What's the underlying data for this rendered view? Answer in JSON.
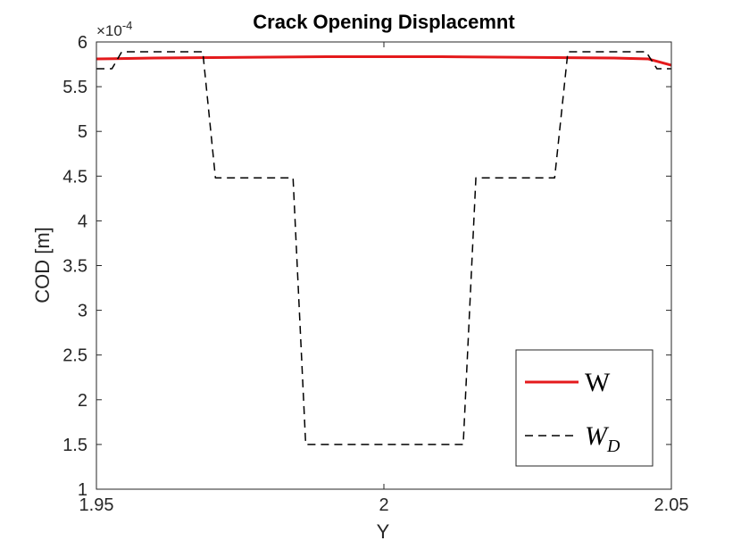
{
  "chart_data": {
    "type": "line",
    "title": "Crack Opening Displacemnt",
    "xlabel": "Y",
    "ylabel": "COD [m]",
    "xlim": [
      1.95,
      2.05
    ],
    "ylim": [
      1,
      6
    ],
    "y_exponent_label": "×10",
    "y_exponent_power": "-4",
    "xticks": [
      1.95,
      2,
      2.05
    ],
    "xtick_labels": [
      "1.95",
      "2",
      "2.05"
    ],
    "yticks": [
      1,
      1.5,
      2,
      2.5,
      3,
      3.5,
      4,
      4.5,
      5,
      5.5,
      6
    ],
    "ytick_labels": [
      "1",
      "1.5",
      "2",
      "2.5",
      "3",
      "3.5",
      "4",
      "4.5",
      "5",
      "5.5",
      "6"
    ],
    "legend_position": "bottom-right",
    "series": [
      {
        "name": "W",
        "color": "#e41a1c",
        "style": "solid",
        "x": [
          1.95,
          1.96,
          1.97,
          1.98,
          1.99,
          2.0,
          2.01,
          2.02,
          2.03,
          2.04,
          2.046,
          2.05
        ],
        "y": [
          5.81,
          5.82,
          5.825,
          5.83,
          5.835,
          5.835,
          5.835,
          5.83,
          5.825,
          5.82,
          5.81,
          5.74
        ]
      },
      {
        "name_main": "W",
        "name_sub": "D",
        "color": "#000000",
        "style": "dashed",
        "x": [
          1.95,
          1.9527,
          1.9544,
          1.9685,
          1.9707,
          1.9842,
          1.9864,
          2.0138,
          2.016,
          2.0297,
          2.032,
          2.0456,
          2.0475,
          2.05
        ],
        "y": [
          5.7,
          5.7,
          5.89,
          5.89,
          4.48,
          4.48,
          1.5,
          1.5,
          4.48,
          4.48,
          5.89,
          5.89,
          5.7,
          5.7
        ]
      }
    ]
  }
}
